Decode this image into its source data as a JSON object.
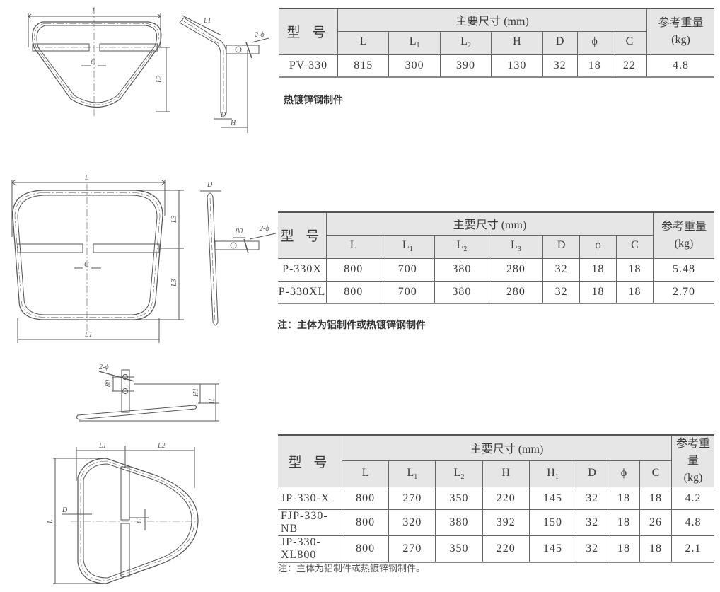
{
  "sections": [
    {
      "id": "pv-330",
      "table": {
        "model_header": "型 号",
        "group_header": "主要尺寸 (mm)",
        "weight_header": [
          "参考重量",
          "(kg)"
        ],
        "columns": [
          {
            "base": "L",
            "sub": ""
          },
          {
            "base": "L",
            "sub": "1"
          },
          {
            "base": "L",
            "sub": "2"
          },
          {
            "base": "H",
            "sub": ""
          },
          {
            "base": "D",
            "sub": ""
          },
          {
            "base": "ϕ",
            "sub": ""
          },
          {
            "base": "C",
            "sub": ""
          }
        ],
        "rows": [
          {
            "model": "PV-330",
            "values": [
              "815",
              "300",
              "390",
              "130",
              "32",
              "18",
              "22"
            ],
            "weight": "4.8"
          }
        ]
      },
      "note": "热镀锌钢制件",
      "drawing_labels": {
        "front": [
          "L",
          "C",
          "L2"
        ],
        "side": [
          "L1",
          "2-ϕ",
          "D",
          "H"
        ]
      }
    },
    {
      "id": "p-330x",
      "table": {
        "model_header": "型 号",
        "group_header": "主要尺寸 (mm)",
        "weight_header": [
          "参考重量",
          "(kg)"
        ],
        "columns": [
          {
            "base": "L",
            "sub": ""
          },
          {
            "base": "L",
            "sub": "1"
          },
          {
            "base": "L",
            "sub": "2"
          },
          {
            "base": "L",
            "sub": "3"
          },
          {
            "base": "D",
            "sub": ""
          },
          {
            "base": "ϕ",
            "sub": ""
          },
          {
            "base": "C",
            "sub": ""
          }
        ],
        "rows": [
          {
            "model": "P-330X",
            "values": [
              "800",
              "700",
              "380",
              "280",
              "32",
              "18",
              "18"
            ],
            "weight": "5.48"
          },
          {
            "model": "P-330XL",
            "values": [
              "800",
              "700",
              "380",
              "280",
              "32",
              "18",
              "18"
            ],
            "weight": "2.70"
          }
        ]
      },
      "note": "注：主体为铝制件或热镀锌钢制件",
      "drawing_labels": {
        "front": [
          "L",
          "L3",
          "C",
          "L3",
          "L1"
        ],
        "side": [
          "D",
          "80",
          "2-ϕ"
        ]
      }
    },
    {
      "id": "jp-330",
      "table": {
        "model_header": "型 号",
        "group_header": "主要尺寸 (mm)",
        "weight_header": [
          "参考重量",
          "(kg)"
        ],
        "columns": [
          {
            "base": "L",
            "sub": ""
          },
          {
            "base": "L",
            "sub": "1"
          },
          {
            "base": "L",
            "sub": "2"
          },
          {
            "base": "H",
            "sub": ""
          },
          {
            "base": "H",
            "sub": "1"
          },
          {
            "base": "D",
            "sub": ""
          },
          {
            "base": "ϕ",
            "sub": ""
          },
          {
            "base": "C",
            "sub": ""
          }
        ],
        "rows": [
          {
            "model": "JP-330-X",
            "values": [
              "800",
              "270",
              "350",
              "220",
              "145",
              "32",
              "18",
              "18"
            ],
            "weight": "4.2"
          },
          {
            "model": "FJP-330-NB",
            "values": [
              "800",
              "320",
              "380",
              "392",
              "150",
              "32",
              "18",
              "26"
            ],
            "weight": "4.8"
          },
          {
            "model": "JP-330-XL800",
            "values": [
              "800",
              "270",
              "350",
              "220",
              "145",
              "32",
              "18",
              "18"
            ],
            "weight": "2.1"
          }
        ]
      },
      "note": "注：主体为铝制件或热镀锌钢制件。",
      "drawing_labels": {
        "side": [
          "2-ϕ",
          "80",
          "H1",
          "H"
        ],
        "top": [
          "L1",
          "L2",
          "L",
          "D",
          "C"
        ]
      }
    }
  ],
  "colors": {
    "header_bg": "#e6e6e6",
    "border": "#666666",
    "line": "#555555"
  }
}
